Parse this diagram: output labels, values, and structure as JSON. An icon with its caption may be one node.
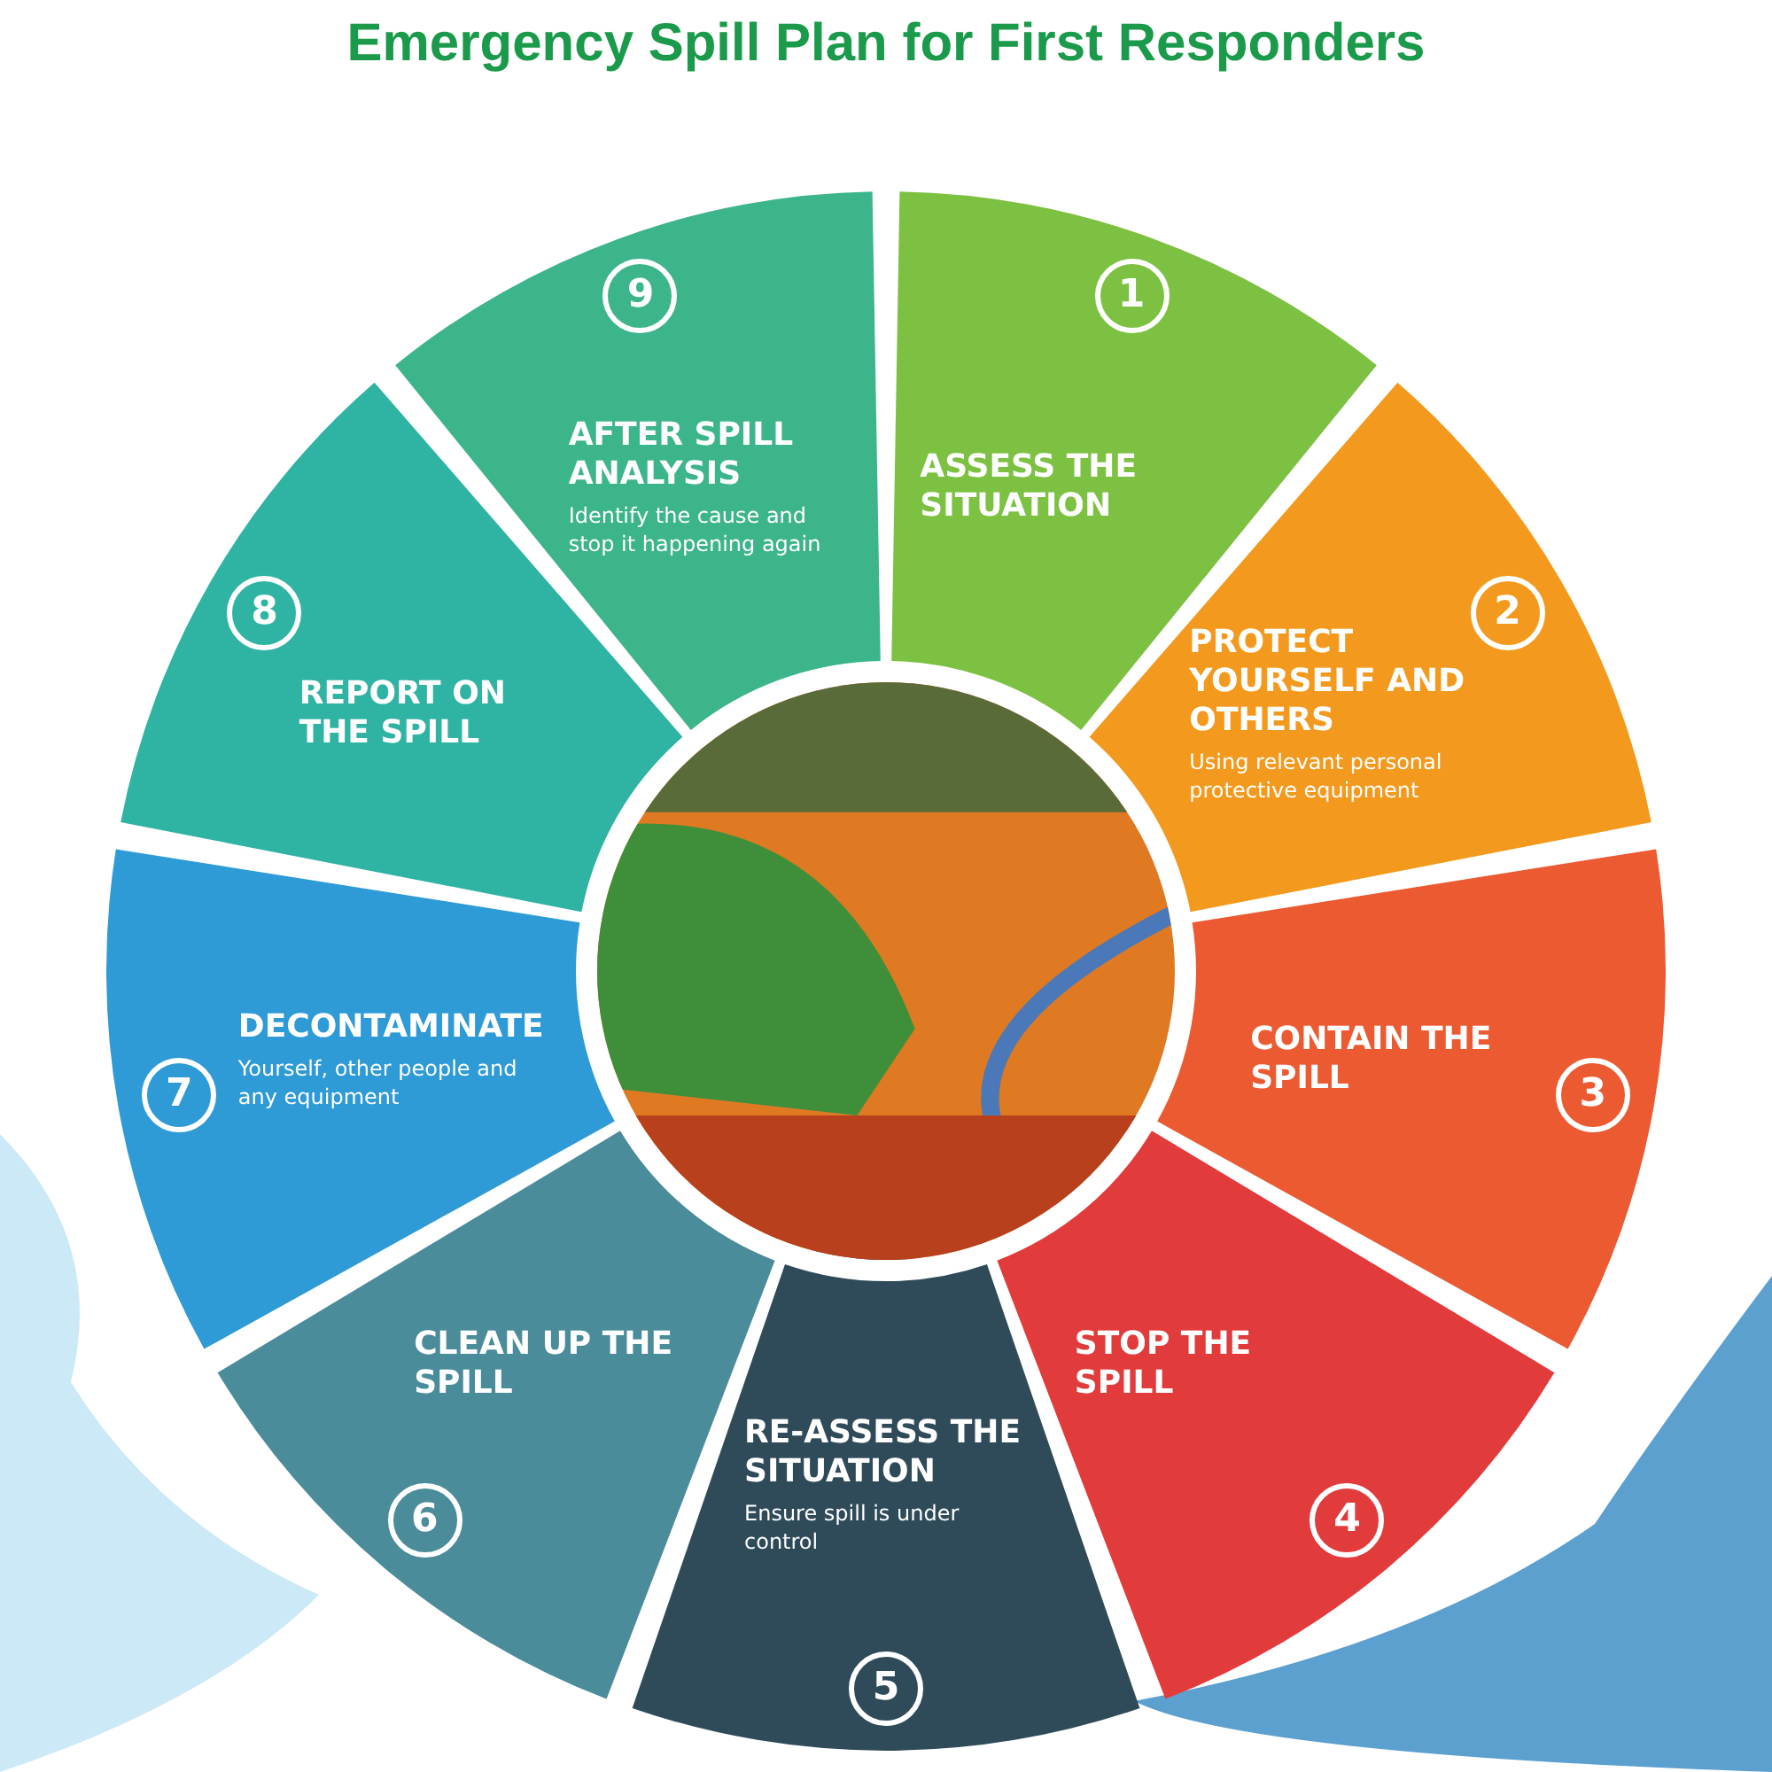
{
  "diagram": {
    "title": "Emergency Spill Plan for First Responders",
    "nodes": [
      {
        "text": [
          "1",
          "ASSESS THE SITUATION"
        ]
      },
      {
        "text": [
          "2",
          "PROTECT YOURSELF AND OTHERS",
          "Using relevant personal protective equipment"
        ]
      },
      {
        "text": [
          "3",
          "CONTAIN THE SPILL"
        ]
      },
      {
        "text": [
          "STOP THE SPILL",
          "4"
        ]
      },
      {
        "text": [
          "RE-ASSESS THE SITUATION",
          "Ensure spill is under control",
          "5"
        ]
      },
      {
        "text": [
          "CLEAN UP THE SPILL",
          "6"
        ]
      },
      {
        "text": [
          "7",
          "DECONTAMINATE",
          "Yourself, other people and any equipment"
        ]
      },
      {
        "text": [
          "8",
          "REPORT ON THE SPILL"
        ]
      },
      {
        "text": [
          "9",
          "AFTER SPILL ANALYSIS",
          "Identify the cause and stop it happening again"
        ]
      },
      {
        "text": [],
        "shape": "picture"
      }
    ],
    "edges": []
  }
}
